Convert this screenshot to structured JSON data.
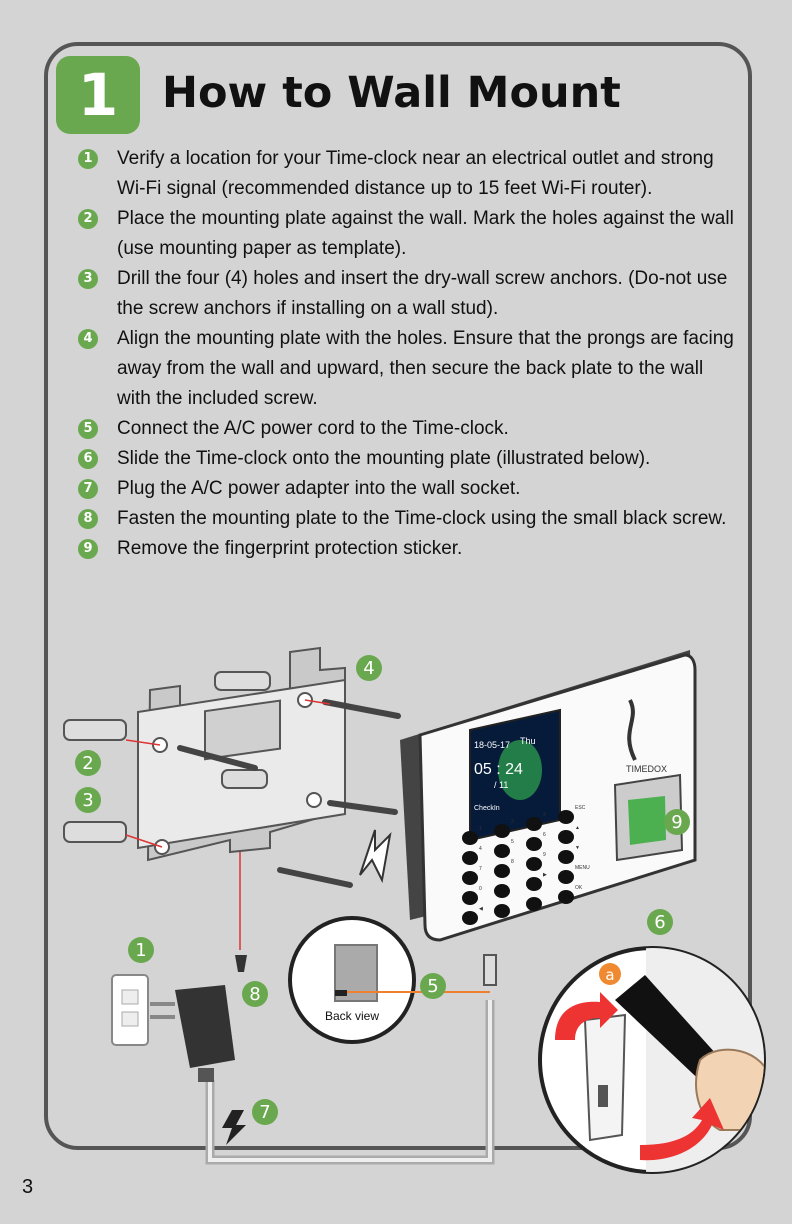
{
  "header": {
    "number": "1",
    "title": "How to Wall Mount"
  },
  "steps": [
    {
      "num": "1",
      "text": "Verify a location for your Time-clock near an electrical outlet and strong Wi-Fi signal (recommended distance up to 15 feet Wi-Fi router)."
    },
    {
      "num": "2",
      "text": "Place the mounting plate against the wall. Mark the holes against the wall (use mounting paper as template)."
    },
    {
      "num": "3",
      "text": "Drill the four (4) holes and insert the dry-wall screw anchors. (Do-not use the screw anchors if installing on a wall stud)."
    },
    {
      "num": "4",
      "text": "Align the mounting plate with the holes. Ensure that the prongs are facing away from the wall and upward, then secure the back plate to the wall with the included screw."
    },
    {
      "num": "5",
      "text": "Connect the A/C power cord to the Time-clock."
    },
    {
      "num": "6",
      "text": "Slide the Time-clock onto the mounting plate (illustrated below)."
    },
    {
      "num": "7",
      "text": "Plug the A/C power adapter into the wall socket."
    },
    {
      "num": "8",
      "text": "Fasten the mounting plate to the Time-clock using the small black screw."
    },
    {
      "num": "9",
      "text": "Remove the fingerprint protection sticker."
    }
  ],
  "illustration": {
    "callouts": [
      "4",
      "2",
      "3",
      "9",
      "1",
      "8",
      "5",
      "6",
      "7",
      "a"
    ],
    "back_view_label": "Back view",
    "screen": {
      "date": "18-05-17",
      "day": "Thu",
      "time": "05 : 24",
      "date_small": "/ 11",
      "status": "CheckIn"
    },
    "brand": "TIMEDOX",
    "keys": [
      "1",
      "2",
      "3",
      "ESC",
      "4",
      "5",
      "6",
      "▲",
      "7",
      "8",
      "9",
      "▼",
      "0",
      "",
      "▶",
      "MENU",
      "◀",
      "",
      "",
      "OK"
    ]
  },
  "page_number": "3"
}
